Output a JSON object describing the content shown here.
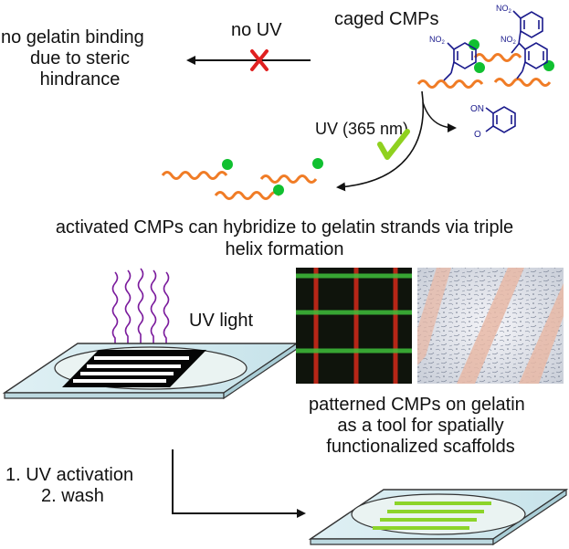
{
  "labels": {
    "no_uv": "no UV",
    "caged_cmps": "caged CMPs",
    "no_binding_line1": "no gelatin binding",
    "no_binding_line2": "due to steric",
    "no_binding_line3": "hindrance",
    "uv_365": "UV (365 nm)",
    "activated_line1": "activated CMPs can hybridize to gelatin strands via triple",
    "activated_line2": "helix formation",
    "uv_light": "UV light",
    "patterned_line1": "patterned CMPs on gelatin",
    "patterned_line2": "as a tool for spatially",
    "patterned_line3": "functionalized scaffolds",
    "step1": "1. UV activation",
    "step2": "2. wash"
  },
  "chem": {
    "no2": "NO",
    "no2_sub": "2",
    "ono": "ON",
    "o": "O"
  },
  "colors": {
    "peptide": "#f07c26",
    "cage_bead": "#10c030",
    "chemistry": "#1a1a8c",
    "cross": "#e02020",
    "check": "#8fd11f",
    "uv_wave": "#7a1a9c",
    "stripe_green": "#8cd42a"
  }
}
